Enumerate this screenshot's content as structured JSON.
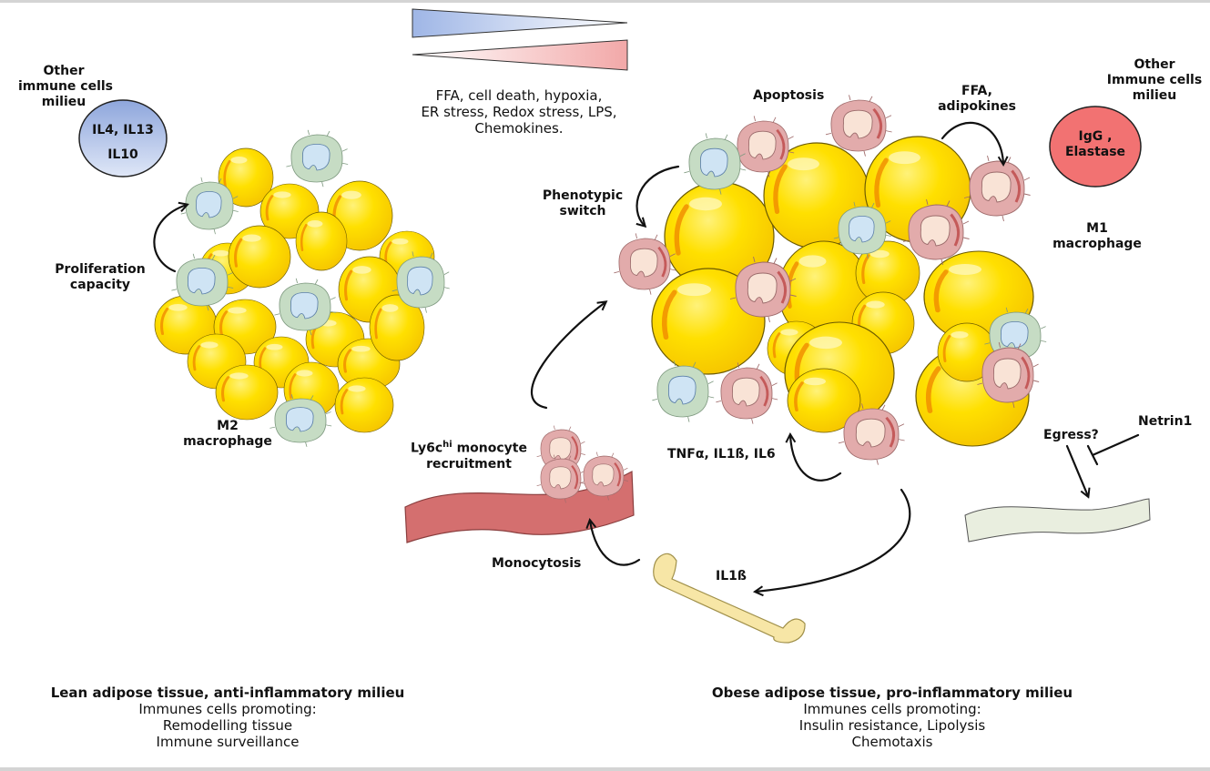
{
  "left_panel": {
    "milieu_label": [
      "Other",
      "immune cells",
      "milieu"
    ],
    "milieu_bubble": [
      "IL4, IL13",
      "IL10"
    ],
    "proliferation_label": [
      "Proliferation",
      "capacity"
    ],
    "cell_label": [
      "M2",
      "macrophage"
    ],
    "footer": {
      "title": "Lean adipose tissue, anti-inflammatory milieu",
      "lines": [
        "Immunes cells promoting:",
        "Remodelling tissue",
        "Immune surveillance"
      ]
    }
  },
  "center": {
    "gradient_triangles": [
      "anti-inflammatory-decreasing",
      "pro-inflammatory-increasing"
    ],
    "stressors": [
      "FFA, cell death, hypoxia,",
      "ER stress, Redox stress, LPS,",
      "Chemokines."
    ],
    "phenotypic_switch_label": [
      "Phenotypic",
      "switch"
    ],
    "monocyte_label": {
      "prefix": "Ly6c",
      "superscript": "hi",
      "suffix": " monocyte",
      "line2": "recruitment"
    },
    "monocytosis_label": "Monocytosis",
    "bone_signal_label": "IL1ß",
    "cytokines_label": "TNFα, IL1ß, IL6"
  },
  "right_panel": {
    "apoptosis_label": "Apoptosis",
    "ffa_label": [
      "FFA,",
      "adipokines"
    ],
    "milieu_label": [
      "Other",
      "Immune cells",
      "milieu"
    ],
    "milieu_bubble": [
      "IgG ,",
      "Elastase"
    ],
    "cell_label": [
      "M1",
      "macrophage"
    ],
    "egress_label": "Egress?",
    "netrin_label": "Netrin1",
    "footer": {
      "title": "Obese adipose tissue, pro-inflammatory milieu",
      "lines": [
        "Immunes cells promoting:",
        "Insulin resistance, Lipolysis",
        "Chemotaxis"
      ]
    }
  },
  "colors": {
    "adipocyte": "#ffd700",
    "adipocyte_edge": "#f0a020",
    "m2_cell": "#c4dcc4",
    "m2_nucleus": "#c8e0f0",
    "m1_cell": "#e0a8a8",
    "m1_nucleus": "#f8e0d4",
    "il4_bubble": "#a8bce8",
    "igg_bubble": "#f07070",
    "vessel_blood": "#d07070",
    "vessel_lymph": "#e8eee0",
    "bone": "#f8e8a8"
  }
}
